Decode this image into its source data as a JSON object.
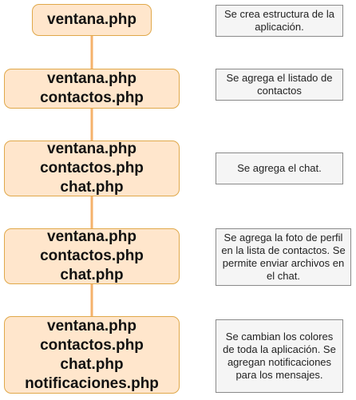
{
  "colors": {
    "node_fill": "#ffe6cc",
    "node_border": "#e0a84a",
    "connector": "#f5b26b",
    "note_fill": "#f5f5f5",
    "note_border": "#8a8a8a"
  },
  "steps": [
    {
      "files": [
        "ventana.php"
      ],
      "note": "Se crea estructura de la aplicación."
    },
    {
      "files": [
        "ventana.php",
        "contactos.php"
      ],
      "note": "Se agrega el listado de contactos"
    },
    {
      "files": [
        "ventana.php",
        "contactos.php",
        "chat.php"
      ],
      "note": "Se agrega el chat."
    },
    {
      "files": [
        "ventana.php",
        "contactos.php",
        "chat.php"
      ],
      "note": "Se agrega la foto de perfil en la lista de contactos. Se permite enviar archivos en el chat."
    },
    {
      "files": [
        "ventana.php",
        "contactos.php",
        "chat.php",
        "notificaciones.php"
      ],
      "note": "Se cambian los colores de toda la aplicación. Se agregan notificaciones para los mensajes."
    }
  ]
}
